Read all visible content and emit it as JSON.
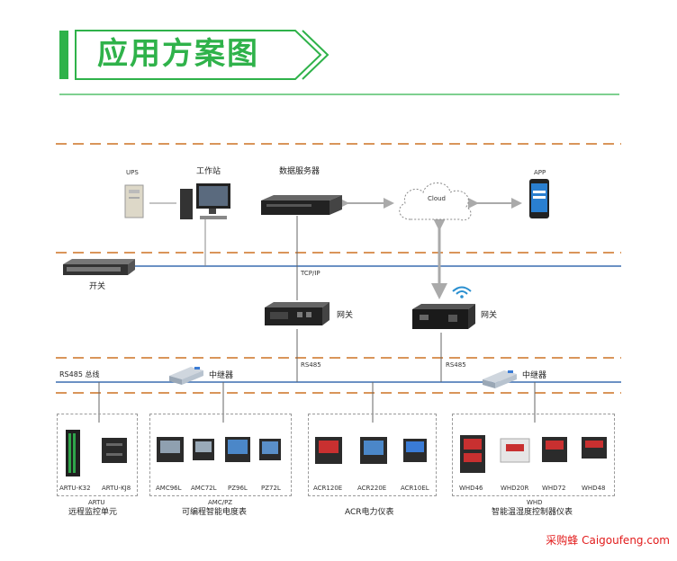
{
  "title": "应用方案图",
  "top_row": {
    "ups": "UPS",
    "workstation": "工作站",
    "server": "数据服务器",
    "cloud": "Cloud",
    "app": "APP"
  },
  "network": {
    "switch": "开关",
    "tcpip": "TCP/IP",
    "gateway_left": "网关",
    "gateway_right": "网关",
    "rs485_left": "RS485",
    "rs485_right": "RS485",
    "rs485_bus": "RS485 总线",
    "repeater_left": "中继器",
    "repeater_right": "中继器"
  },
  "groups": [
    {
      "devices": [
        "ARTU-K32",
        "ARTU-KJ8"
      ],
      "series": "ARTU",
      "name": "远程监控单元"
    },
    {
      "devices": [
        "AMC96L",
        "AMC72L",
        "PZ96L",
        "PZ72L"
      ],
      "series": "AMC/PZ",
      "name": "可编程智能电度表"
    },
    {
      "devices": [
        "ACR120E",
        "ACR220E",
        "ACR10EL"
      ],
      "series": "",
      "name": "ACR电力仪表"
    },
    {
      "devices": [
        "WHD46",
        "WHD20R",
        "WHD72",
        "WHD48"
      ],
      "series": "WHD",
      "name": "智能温湿度控制器仪表"
    }
  ],
  "watermark": "采购蜂 Caigoufeng.com",
  "colors": {
    "accent_green": "#2fb24a",
    "dashed_orange": "#d9955a",
    "bus_blue": "#3a6db0"
  }
}
